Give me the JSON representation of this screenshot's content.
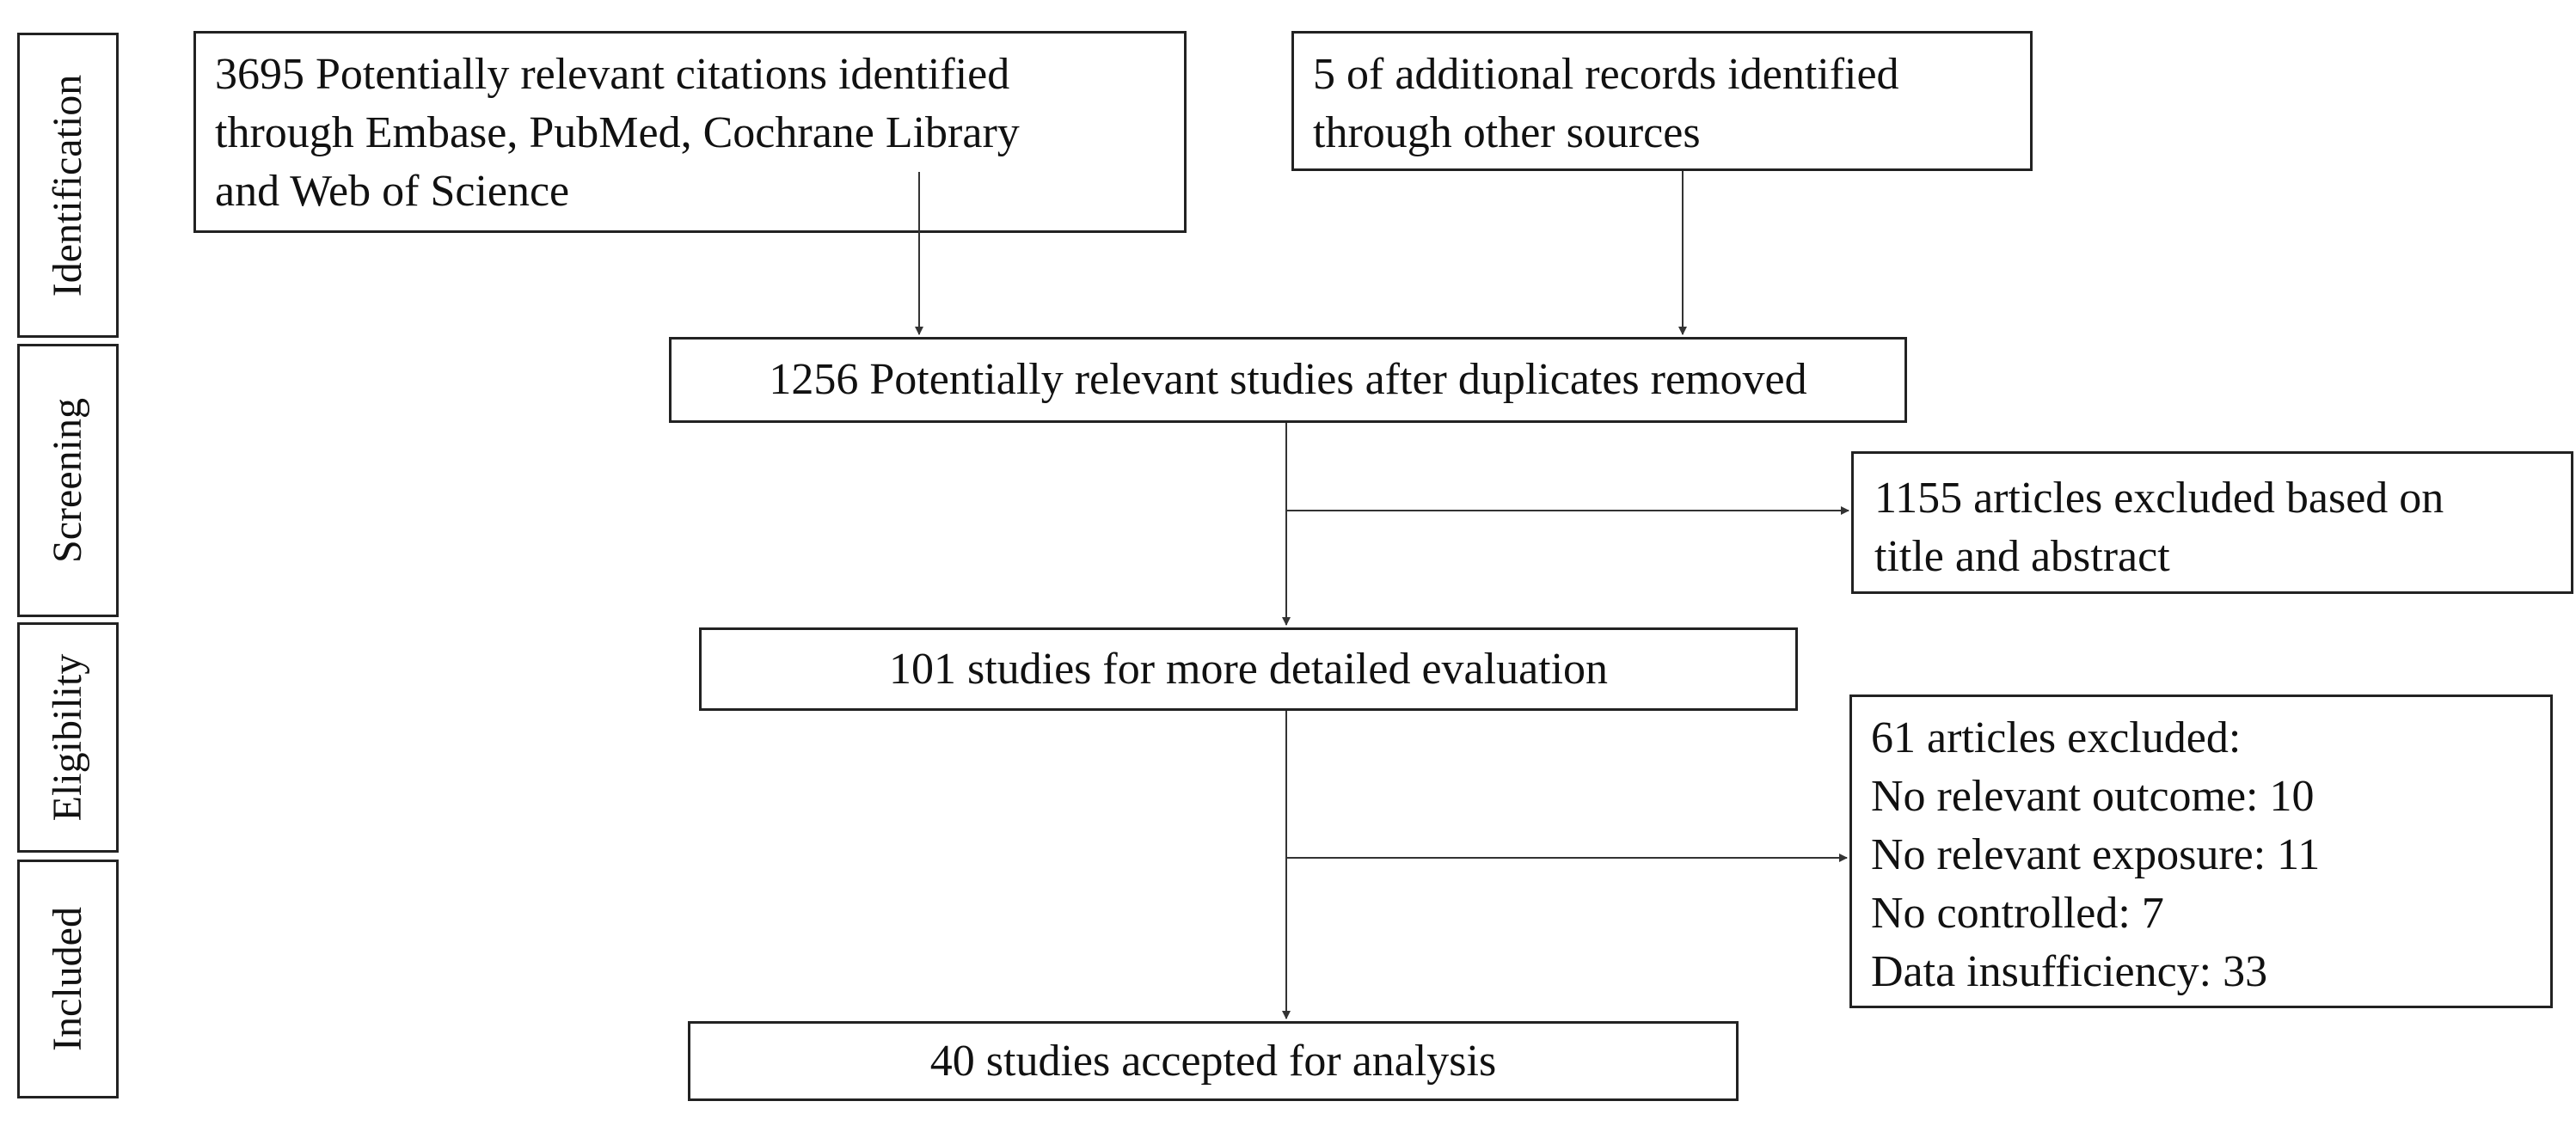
{
  "stages": {
    "identification": "Identification",
    "screening": "Screening",
    "eligibility": "Eligibility",
    "included": "Included"
  },
  "boxes": {
    "database_search": {
      "lines": [
        "3695 Potentially relevant citations identified",
        "through Embase, PubMed, Cochrane Library",
        "and Web of Science"
      ]
    },
    "other_sources": {
      "lines": [
        "5 of additional records identified",
        "through other sources"
      ]
    },
    "after_duplicates": "1256 Potentially relevant studies after duplicates removed",
    "excluded_title_abstract": {
      "lines": [
        "1155 articles excluded based on",
        "title and abstract"
      ]
    },
    "detailed_evaluation": "101  studies for more detailed evaluation",
    "excluded_full_text": {
      "lines": [
        "61 articles excluded:",
        "No relevant outcome: 10",
        "No relevant exposure: 11",
        "No controlled: 7",
        "Data insufficiency: 33"
      ]
    },
    "accepted": "40 studies accepted for analysis"
  },
  "colors": {
    "border": "#222222",
    "arrow": "#333333",
    "text": "#111111"
  }
}
